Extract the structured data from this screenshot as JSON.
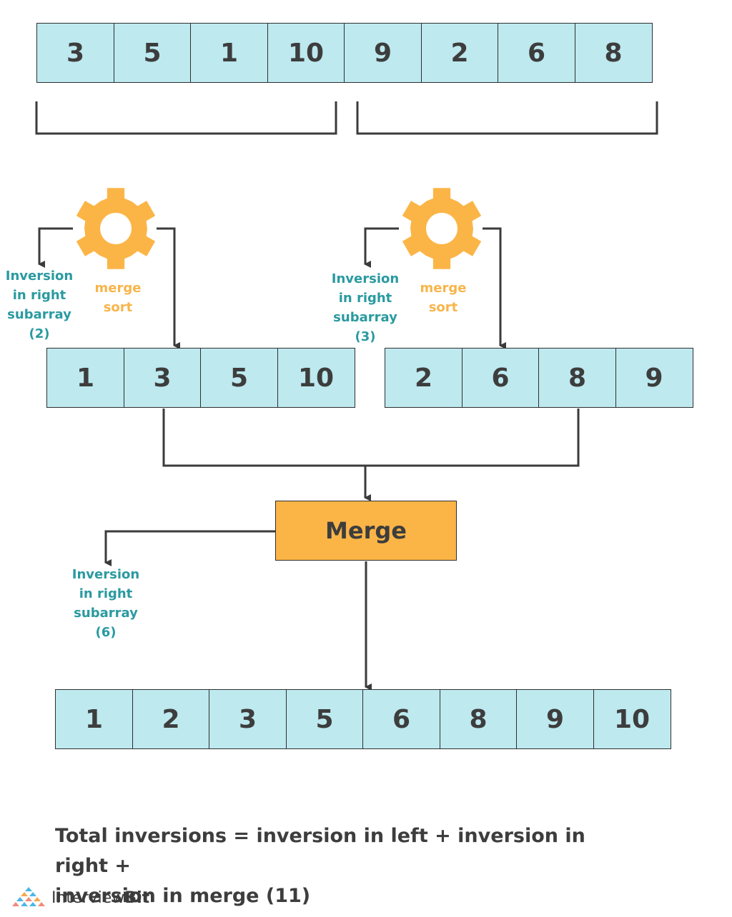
{
  "top_array": [
    "3",
    "5",
    "1",
    "10",
    "9",
    "2",
    "6",
    "8"
  ],
  "left": {
    "process_label": "merge sort",
    "inversion_label": [
      "Inversion",
      "in right",
      "subarray",
      "(2)"
    ],
    "sorted": [
      "1",
      "3",
      "5",
      "10"
    ]
  },
  "right": {
    "process_label": "merge sort",
    "inversion_label": [
      "Inversion",
      "in right",
      "subarray",
      "(3)"
    ],
    "sorted": [
      "2",
      "6",
      "8",
      "9"
    ]
  },
  "merge": {
    "label": "Merge",
    "inversion_label": [
      "Inversion",
      "in right",
      "subarray",
      "(6)"
    ]
  },
  "final_array": [
    "1",
    "2",
    "3",
    "5",
    "6",
    "8",
    "9",
    "10"
  ],
  "total_text": [
    "Total inversions = inversion in left + inversion in right +",
    "inversion in merge (11)"
  ],
  "brand": {
    "name_light": "Interview",
    "name_bold": "Bit"
  },
  "colors": {
    "cell": "#bde9ef",
    "merge": "#fbb547",
    "gear": "#fbb547",
    "teal": "#2a9aa0",
    "orange": "#f7b54b"
  },
  "icons": [
    "gear-icon",
    "interviewbit-logo-icon"
  ]
}
